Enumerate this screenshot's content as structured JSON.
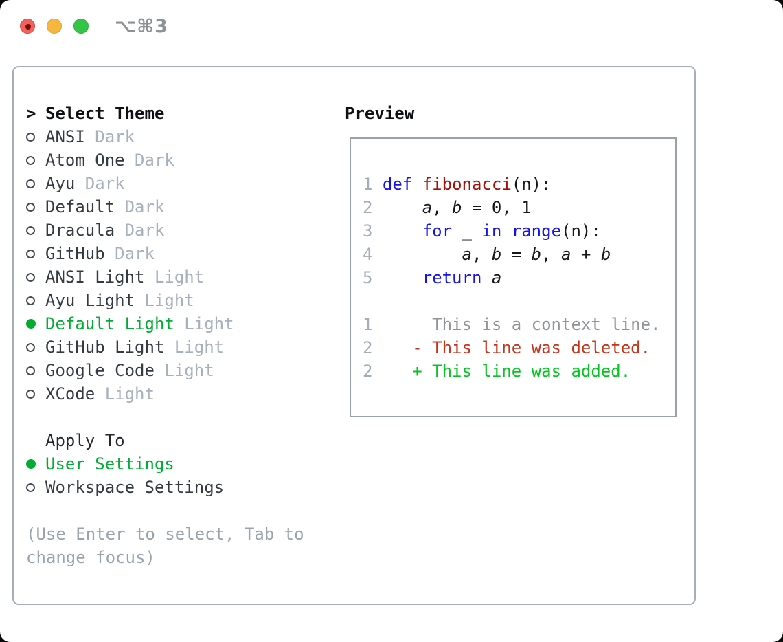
{
  "titlebar": {
    "shortcut": "⌥⌘3",
    "buttons": [
      "close",
      "minimize",
      "zoom"
    ]
  },
  "colors": {
    "accent_green": "#00ac32",
    "keyword_blue": "#1212ef",
    "function_red": "#a80d05",
    "diff_deleted_red": "#c43419",
    "diff_added_green": "#06c322",
    "muted_gray": "#a7b0bd",
    "traffic_red": "#f4615c",
    "traffic_yellow": "#f6b73c",
    "traffic_green": "#34c546"
  },
  "sidebar": {
    "header": {
      "prefix": ">",
      "label": "Select Theme"
    },
    "themes": [
      {
        "name": "ANSI",
        "variant": "Dark",
        "selected": false
      },
      {
        "name": "Atom One",
        "variant": "Dark",
        "selected": false
      },
      {
        "name": "Ayu",
        "variant": "Dark",
        "selected": false
      },
      {
        "name": "Default",
        "variant": "Dark",
        "selected": false
      },
      {
        "name": "Dracula",
        "variant": "Dark",
        "selected": false
      },
      {
        "name": "GitHub",
        "variant": "Dark",
        "selected": false
      },
      {
        "name": "ANSI Light",
        "variant": "Light",
        "selected": false
      },
      {
        "name": "Ayu Light",
        "variant": "Light",
        "selected": false
      },
      {
        "name": "Default Light",
        "variant": "Light",
        "selected": true
      },
      {
        "name": "GitHub Light",
        "variant": "Light",
        "selected": false
      },
      {
        "name": "Google Code",
        "variant": "Light",
        "selected": false
      },
      {
        "name": "XCode",
        "variant": "Light",
        "selected": false
      }
    ],
    "apply_to": {
      "label": "Apply To",
      "options": [
        {
          "name": "User Settings",
          "selected": true
        },
        {
          "name": "Workspace Settings",
          "selected": false
        }
      ]
    },
    "hint_lines": [
      "(Use Enter to select, Tab to",
      "change focus)"
    ]
  },
  "preview": {
    "title": "Preview",
    "code_lines": [
      [
        [
          "num",
          "1 "
        ],
        [
          "kw",
          "def"
        ],
        [
          "pln",
          " "
        ],
        [
          "fn",
          "fibonacci"
        ],
        [
          "pln",
          "(n):"
        ]
      ],
      [
        [
          "num",
          "2 "
        ],
        [
          "pln",
          "    "
        ],
        [
          "var",
          "a"
        ],
        [
          "pln",
          ", "
        ],
        [
          "var",
          "b"
        ],
        [
          "pln",
          " = 0, 1"
        ]
      ],
      [
        [
          "num",
          "3 "
        ],
        [
          "pln",
          "    "
        ],
        [
          "kw",
          "for"
        ],
        [
          "pln",
          " _ "
        ],
        [
          "kw",
          "in"
        ],
        [
          "pln",
          " "
        ],
        [
          "kw",
          "range"
        ],
        [
          "pln",
          "(n):"
        ]
      ],
      [
        [
          "num",
          "4 "
        ],
        [
          "pln",
          "        "
        ],
        [
          "var",
          "a"
        ],
        [
          "pln",
          ", "
        ],
        [
          "var",
          "b"
        ],
        [
          "pln",
          " = "
        ],
        [
          "var",
          "b"
        ],
        [
          "pln",
          ", "
        ],
        [
          "var",
          "a"
        ],
        [
          "pln",
          " + "
        ],
        [
          "var",
          "b"
        ]
      ],
      [
        [
          "num",
          "5 "
        ],
        [
          "pln",
          "    "
        ],
        [
          "kw",
          "return"
        ],
        [
          "pln",
          " "
        ],
        [
          "var",
          "a"
        ]
      ],
      [],
      [
        [
          "num",
          "1 "
        ],
        [
          "ctx",
          "     This is a context line."
        ]
      ],
      [
        [
          "num",
          "2 "
        ],
        [
          "del",
          "   - This line was deleted."
        ]
      ],
      [
        [
          "num",
          "2 "
        ],
        [
          "add",
          "   + This line was added."
        ]
      ]
    ]
  }
}
